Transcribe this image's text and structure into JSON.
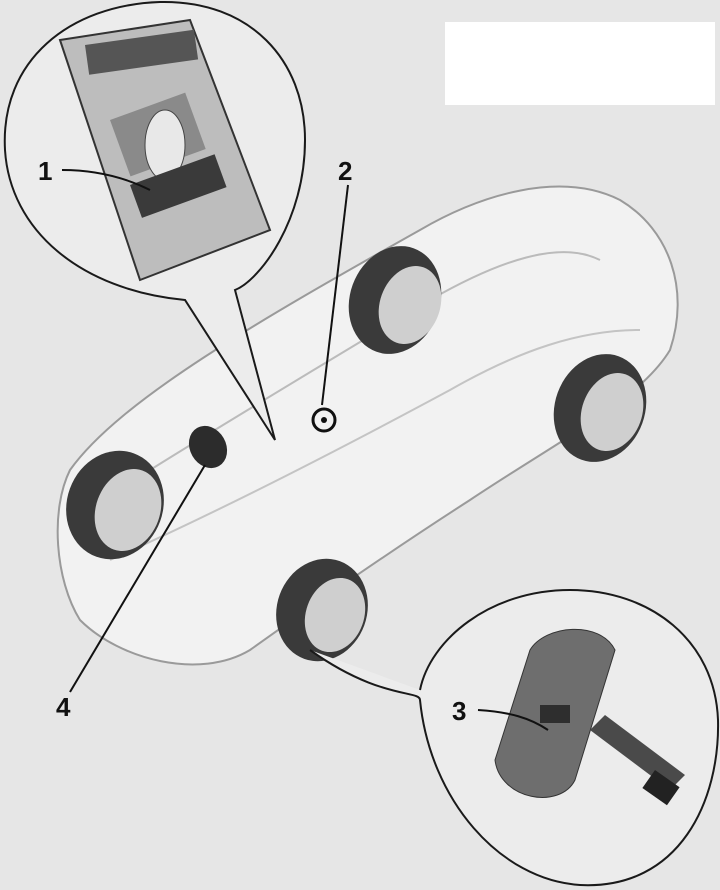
{
  "diagram": {
    "labels": {
      "one": "1",
      "two": "2",
      "three": "3",
      "four": "4"
    },
    "colors": {
      "background": "#e6e6e6",
      "car_body": "#f2f2f2",
      "tire": "#3a3a3a",
      "rim": "#cfcfcf",
      "outline": "#1a1a1a"
    }
  }
}
